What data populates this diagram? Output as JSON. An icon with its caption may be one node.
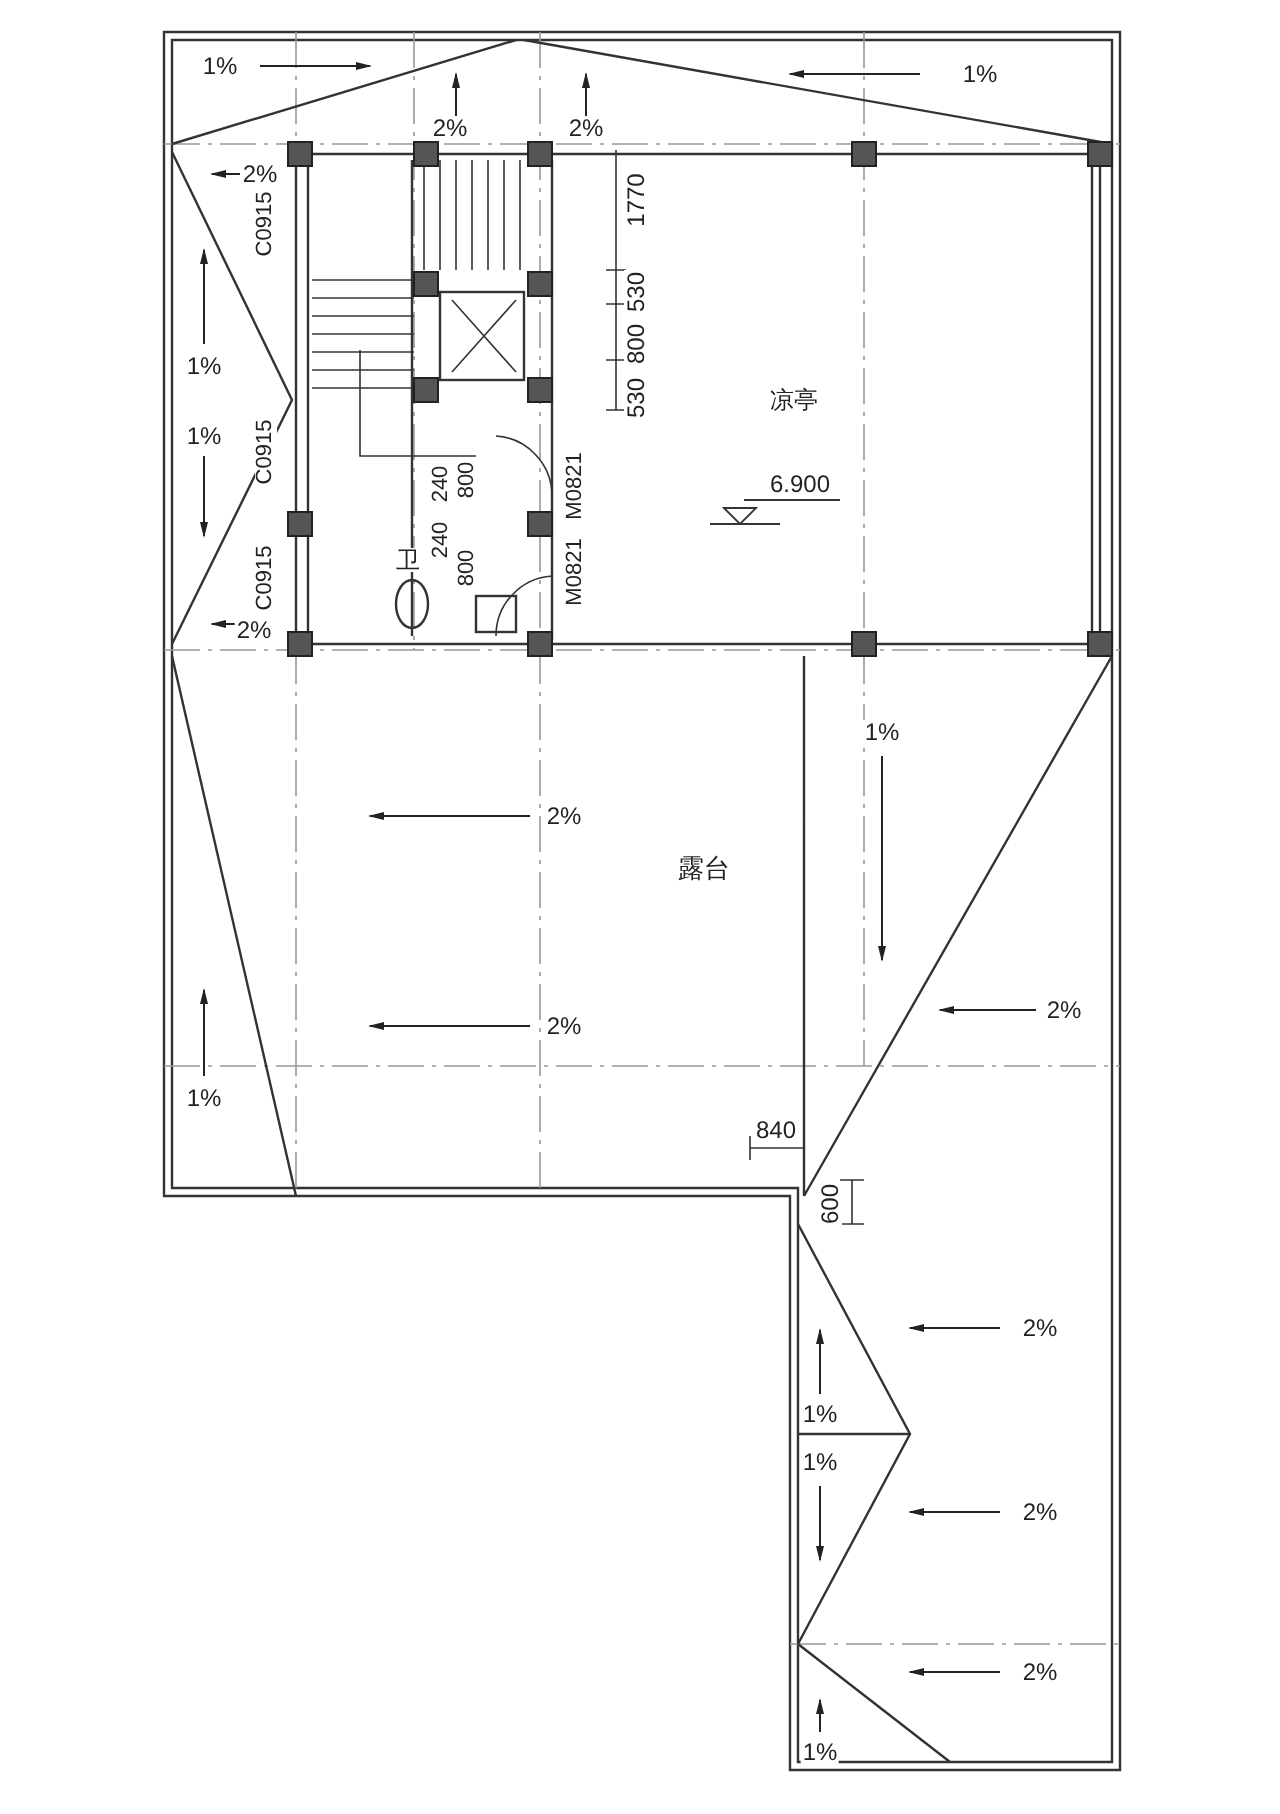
{
  "diagram": {
    "labels": [
      "1%",
      "1%",
      "2%",
      "2%",
      "2%",
      "C0915",
      "1770",
      "530",
      "800",
      "530",
      "凉亭",
      "1%",
      "1%",
      "C0915",
      "6.900",
      "240",
      "800",
      "240",
      "800",
      "M0821",
      "M0821",
      "卫",
      "C0915",
      "2%",
      "1%",
      "2%",
      "露台",
      "2%",
      "2%",
      "1%",
      "840",
      "600",
      "2%",
      "1%",
      "1%",
      "2%",
      "2%",
      "1%"
    ]
  }
}
